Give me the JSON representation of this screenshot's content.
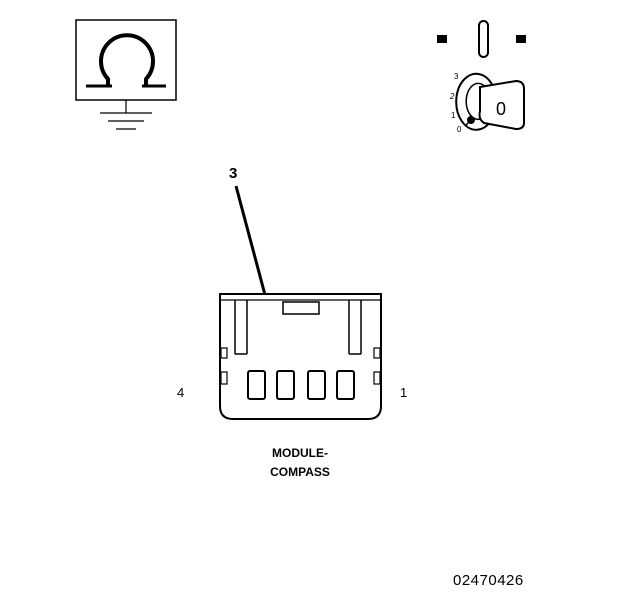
{
  "ohmmeter": {
    "symbol": "Ω"
  },
  "ignition": {
    "positions": [
      "3",
      "2",
      "1",
      "0"
    ],
    "key_label": "0"
  },
  "callout": {
    "number": "3"
  },
  "connector": {
    "pin_left": "4",
    "pin_right": "1",
    "caption_line1": "MODULE-",
    "caption_line2": "COMPASS"
  },
  "figure_id": "02470426"
}
